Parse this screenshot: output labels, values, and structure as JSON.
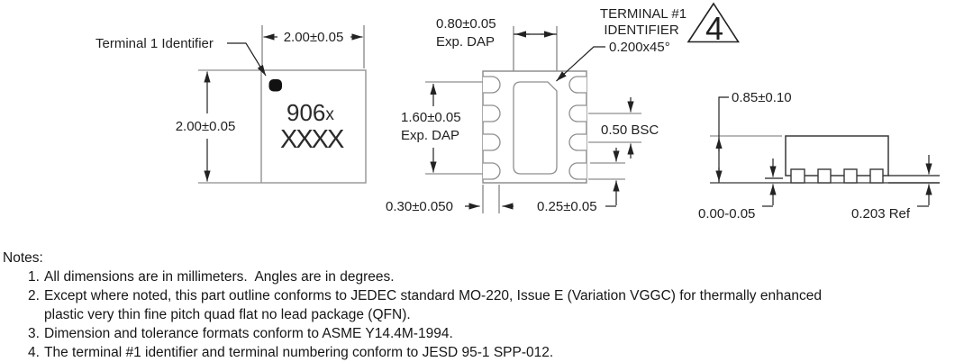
{
  "colors": {
    "background": "#ffffff",
    "outline_top_view": "#9a9a9a",
    "outline_bottom_view": "#8f8f8f",
    "outline_side_view": "#383838",
    "dimension": "#222222",
    "extension": "#707070",
    "text": "#1a1a1a"
  },
  "top_view": {
    "terminal1_label": "Terminal 1 Identifier",
    "dim_width": "2.00±0.05",
    "dim_height": "2.00±0.05",
    "marking_906": "906",
    "marking_x": "x",
    "marking_xxxx": "XXXX",
    "terminal1_mark": "terminal-1-identifier-dot"
  },
  "bottom_view": {
    "dap_width_value": "0.80±0.05",
    "dap_width_label": "Exp. DAP",
    "dap_height_value": "1.60±0.05",
    "dap_height_label": "Exp. DAP",
    "pitch": "0.50 BSC",
    "lead_width": "0.30±0.050",
    "lead_length": "0.25±0.05",
    "callout_line1": "TERMINAL #1",
    "callout_line2": "IDENTIFIER",
    "chamfer": "0.200x45°",
    "note_flag": "4"
  },
  "side_view": {
    "dim_height": "0.85±0.10",
    "dim_standoff": "0.00-0.05",
    "dim_lead_thickness": "0.203 Ref"
  },
  "notes": {
    "title": "Notes:",
    "items": [
      {
        "num": "1.",
        "lines": [
          "All dimensions are in millimeters.  Angles are in degrees."
        ]
      },
      {
        "num": "2.",
        "lines": [
          "Except where noted, this part outline conforms to JEDEC standard MO-220, Issue E (Variation VGGC) for thermally enhanced",
          "plastic very thin fine pitch quad flat no lead package (QFN)."
        ]
      },
      {
        "num": "3.",
        "lines": [
          "Dimension and tolerance formats conform to ASME Y14.4M-1994."
        ]
      },
      {
        "num": "4.",
        "lines": [
          "The terminal #1 identifier and terminal numbering conform to JESD 95-1 SPP-012."
        ]
      }
    ]
  }
}
